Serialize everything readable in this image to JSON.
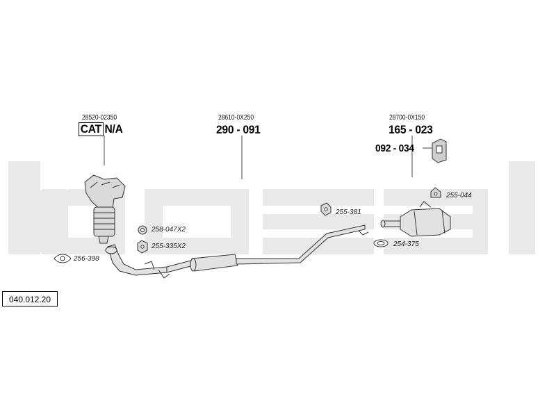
{
  "brand": "bosal",
  "diagram_id": "040.012.20",
  "assemblies": {
    "front": {
      "oem": "28520-02350",
      "cat_badge": "CAT",
      "code": "N/A"
    },
    "middle": {
      "oem": "28610-0X250",
      "code": "290 - 091"
    },
    "rear": {
      "oem": "28700-0X150",
      "code": "165 - 023",
      "sub_code": "092 - 034"
    }
  },
  "parts": [
    {
      "code": "258-047X2",
      "icon": "ring-gasket-icon"
    },
    {
      "code": "255-335X2",
      "icon": "rubber-hanger-icon"
    },
    {
      "code": "256-398",
      "icon": "flange-gasket-icon"
    },
    {
      "code": "255-381",
      "icon": "rubber-hanger-icon"
    },
    {
      "code": "255-044",
      "icon": "rubber-hanger-icon"
    },
    {
      "code": "254-375",
      "icon": "clamp-icon"
    }
  ],
  "colors": {
    "watermark": "#e8e8e8",
    "line": "#333333",
    "part_fill": "#d9d9d9"
  }
}
